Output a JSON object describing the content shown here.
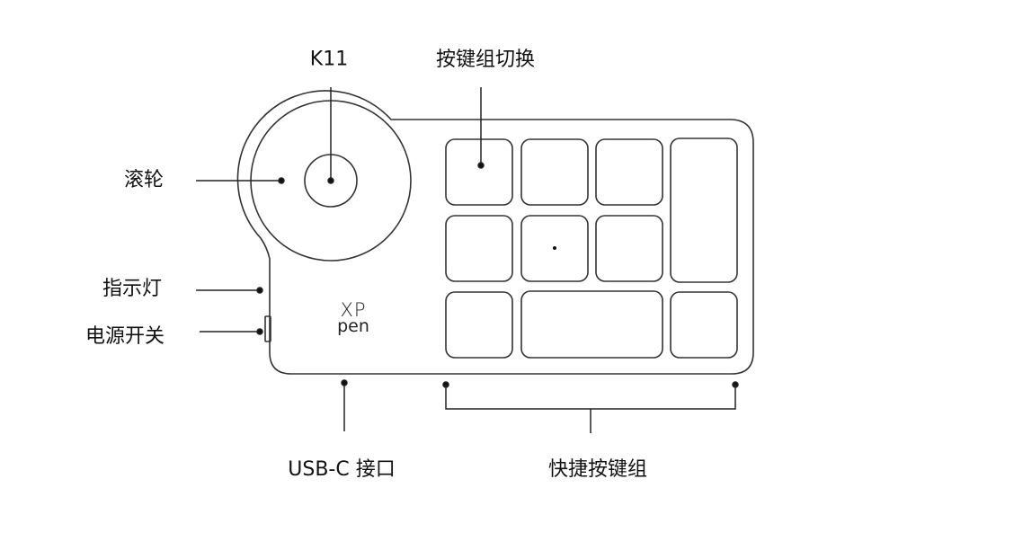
{
  "labels": {
    "model": "K11",
    "group_switch": "按键组切换",
    "wheel": "滚轮",
    "indicator": "指示灯",
    "power_switch": "电源开关",
    "usb_c": "USB-C 接口",
    "shortcut_keys": "快捷按键组"
  },
  "logo": {
    "line1": "XP",
    "line2": "pen"
  },
  "colors": {
    "stroke": "#333333",
    "text": "#111111"
  }
}
